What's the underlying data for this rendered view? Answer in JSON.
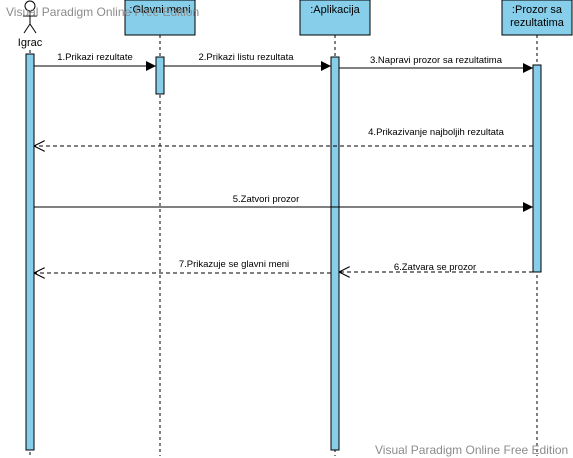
{
  "watermarks": {
    "top": "Visual Paradigm Online Free Edition",
    "bottom": "Visual Paradigm Online Free Edition"
  },
  "colors": {
    "box_fill": "#87CEEB",
    "activation_fill": "#87CEEB",
    "line": "#000000",
    "watermark": "#8c8c8c"
  },
  "actor": {
    "name": "Igrac"
  },
  "lifelines": {
    "glavni_meni": {
      "title": ":Glavni meni"
    },
    "aplikacija": {
      "title": ":Aplikacija"
    },
    "prozor": {
      "title_line1": ":Prozor sa",
      "title_line2": "rezultatima"
    }
  },
  "messages": [
    {
      "label": "1.Prikazi rezultate",
      "kind": "sync"
    },
    {
      "label": "2.Prikazi listu rezultata",
      "kind": "sync"
    },
    {
      "label": "3.Napravi prozor sa rezultatima",
      "kind": "sync"
    },
    {
      "label": "4.Prikazivanje najboljih rezultata",
      "kind": "return"
    },
    {
      "label": "5.Zatvori prozor",
      "kind": "sync"
    },
    {
      "label": "6.Zatvara se prozor",
      "kind": "return"
    },
    {
      "label": "7.Prikazuje se glavni meni",
      "kind": "return"
    }
  ]
}
